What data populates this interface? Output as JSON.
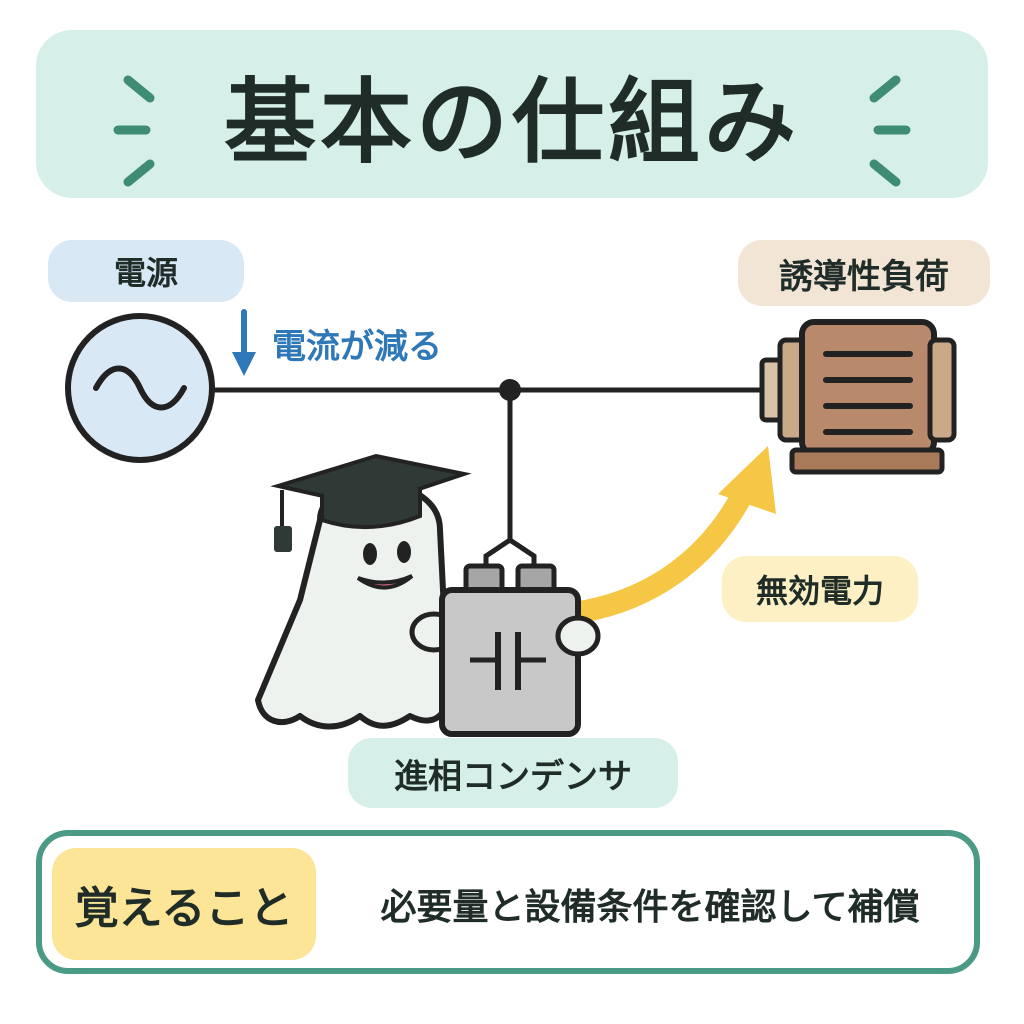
{
  "title": "基本の仕組み",
  "labels": {
    "source": "電源",
    "current": "電流が減る",
    "load": "誘導性負荷",
    "reactive_power": "無効電力",
    "capacitor": "進相コンデンサ"
  },
  "memo": {
    "tag": "覚えること",
    "text": "必要量と設備条件を確認して補償"
  },
  "colors": {
    "banner": "#d6efe8",
    "accent_green": "#4a9a85",
    "current_blue": "#2e78b8",
    "reactive_arrow": "#f6c744",
    "motor_brown": "#b8896a",
    "source_fill": "#d8e8f5"
  },
  "icons": [
    "ac-source-icon",
    "motor-icon",
    "capacitor-icon",
    "ghost-mascot",
    "graduation-cap-icon",
    "down-arrow-icon",
    "curved-arrow-icon"
  ]
}
